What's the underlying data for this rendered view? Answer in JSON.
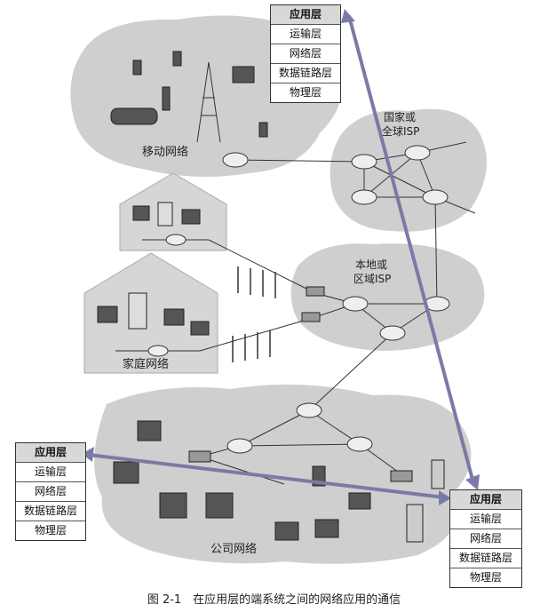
{
  "stack_layers": [
    "应用层",
    "运输层",
    "网络层",
    "数据链路层",
    "物理层"
  ],
  "labels": {
    "mobile": "移动网络",
    "national_isp_1": "国家或",
    "national_isp_2": "全球ISP",
    "local_isp_1": "本地或",
    "local_isp_2": "区域ISP",
    "home": "家庭网络",
    "enterprise": "公司网络"
  },
  "caption": "图 2-1　在应用层的端系统之间的网络应用的通信",
  "colors": {
    "cloud": "#cfcfcf",
    "route": "#7a7aa8",
    "line": "#333333"
  }
}
